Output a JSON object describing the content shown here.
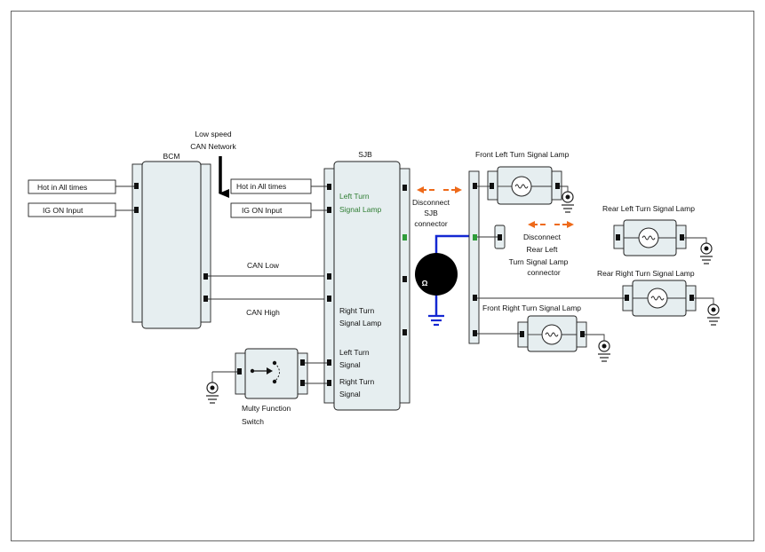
{
  "labels": {
    "bcm": "BCM",
    "sjb": "SJB",
    "low_speed_line1": "Low speed",
    "low_speed_line2": "CAN Network",
    "bcm_hot": "Hot in All times",
    "bcm_ig": "IG ON Input",
    "sjb_hot": "Hot in All times",
    "sjb_ig": "IG ON Input",
    "can_low": "CAN Low",
    "can_high": "CAN High",
    "sjb_left_turn_lamp_1": "Left Turn",
    "sjb_left_turn_lamp_2": "Signal Lamp",
    "sjb_right_turn_lamp_1": "Right Turn",
    "sjb_right_turn_lamp_2": "Signal Lamp",
    "sjb_left_turn_signal_1": "Left Turn",
    "sjb_left_turn_signal_2": "Signal",
    "sjb_right_turn_signal_1": "Right Turn",
    "sjb_right_turn_signal_2": "Signal",
    "mfs_1": "Multy Function",
    "mfs_2": "Switch",
    "disconnect_sjb_1": "Disconnect",
    "disconnect_sjb_2": "SJB",
    "disconnect_sjb_3": "connector",
    "disconnect_rl_1": "Disconnect",
    "disconnect_rl_2": "Rear Left",
    "disconnect_rl_3": "Turn Signal Lamp",
    "disconnect_rl_4": "connector",
    "front_left_lamp": "Front Left Turn Signal Lamp",
    "rear_left_lamp": "Rear Left Turn Signal Lamp",
    "rear_right_lamp": "Rear Right Turn Signal Lamp",
    "front_right_lamp": "Front Right Turn Signal Lamp",
    "meter_label": "Ω"
  },
  "colors": {
    "green_text": "#2e7d32",
    "blue_wire": "#1428d2",
    "orange_arrow": "#ee6a1a"
  }
}
